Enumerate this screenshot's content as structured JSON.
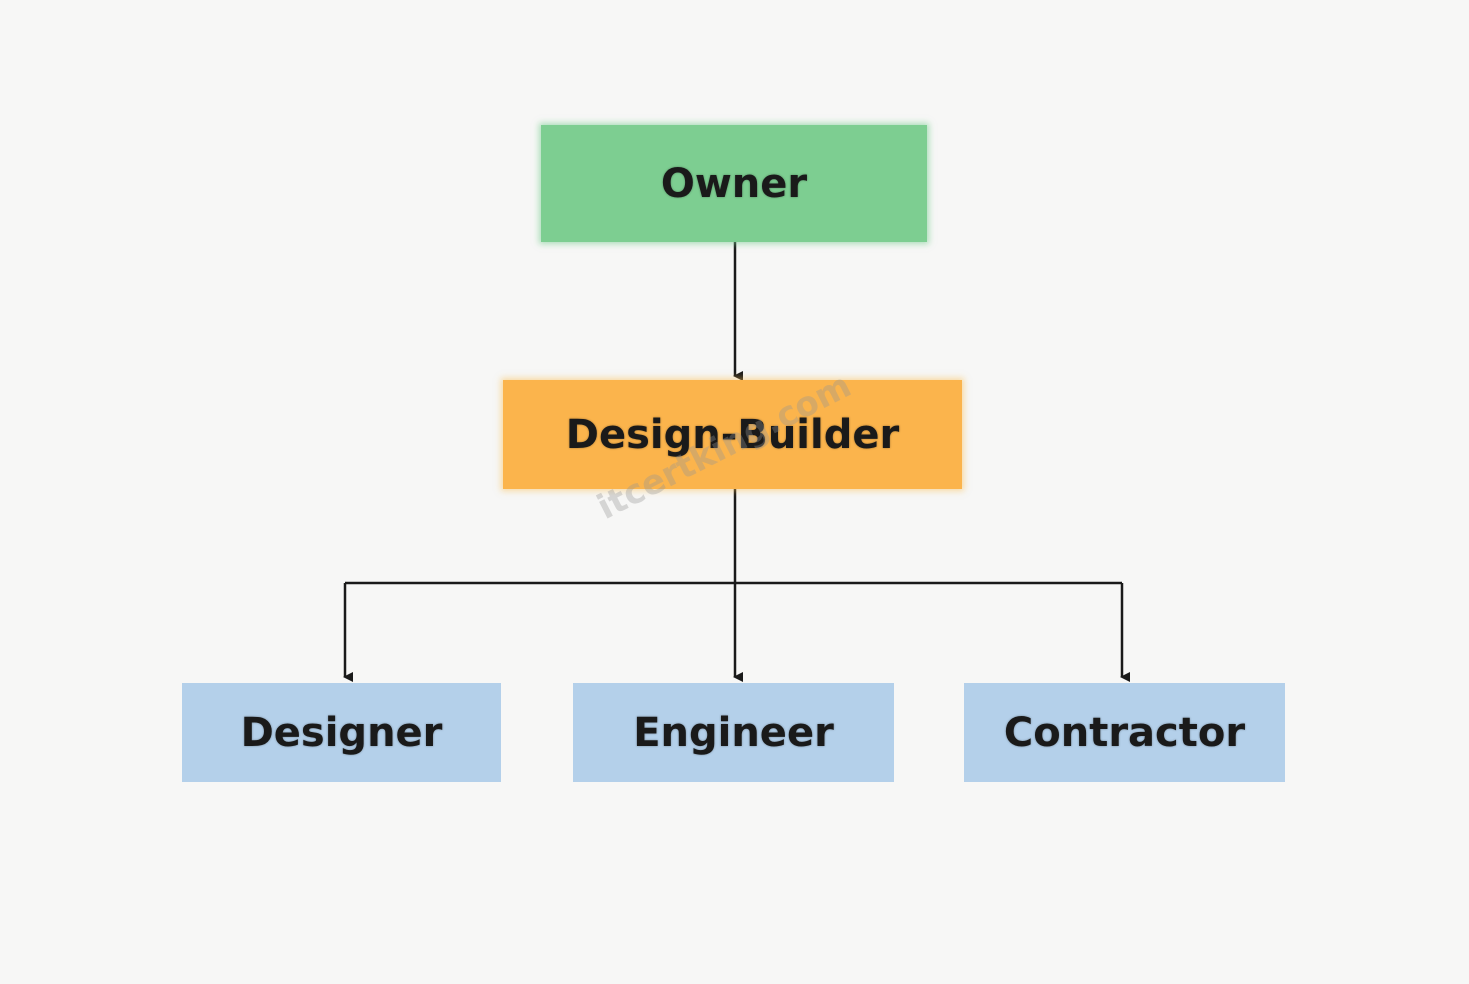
{
  "colors": {
    "owner_fill": "#7dce91",
    "design_builder_fill": "#fbb44c",
    "subordinate_fill": "#b4d0ea",
    "line": "#1a1a1a",
    "background": "#f7f7f6"
  },
  "nodes": {
    "owner": "Owner",
    "design_builder": "Design-Builder",
    "designer": "Designer",
    "engineer": "Engineer",
    "contractor": "Contractor"
  },
  "edges": [
    {
      "from": "Owner",
      "to": "Design-Builder"
    },
    {
      "from": "Design-Builder",
      "to": "Designer"
    },
    {
      "from": "Design-Builder",
      "to": "Engineer"
    },
    {
      "from": "Design-Builder",
      "to": "Contractor"
    }
  ],
  "watermark": "itcertking.com"
}
